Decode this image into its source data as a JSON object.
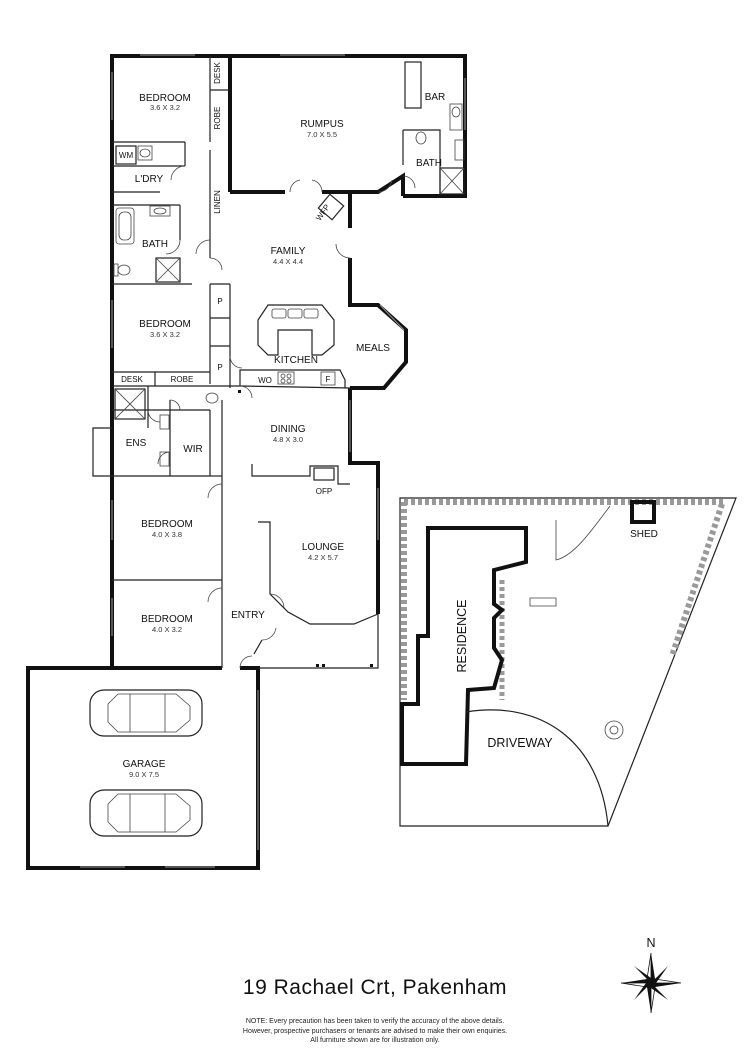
{
  "property": {
    "address": "19 Rachael Crt, Pakenham",
    "note_lines": [
      "NOTE: Every precaution has been taken to verify the accuracy of the above details.",
      "However, prospective purchasers or tenants are advised to make their own enquiries.",
      "All furniture shown are for illustration only."
    ]
  },
  "rooms": {
    "bedroom1": {
      "name": "BEDROOM",
      "dims": "3.6 X 3.2"
    },
    "rumpus": {
      "name": "RUMPUS",
      "dims": "7.0 X 5.5"
    },
    "bar": {
      "name": "BAR"
    },
    "bath_rumpus": {
      "name": "BATH"
    },
    "wm": {
      "name": "WM"
    },
    "laundry": {
      "name": "L'DRY"
    },
    "bath_main": {
      "name": "BATH"
    },
    "family": {
      "name": "FAMILY",
      "dims": "4.4 X 4.4"
    },
    "wfp": {
      "name": "WFP"
    },
    "bedroom2": {
      "name": "BEDROOM",
      "dims": "3.6 X 3.2"
    },
    "kitchen": {
      "name": "KITCHEN"
    },
    "meals": {
      "name": "MEALS"
    },
    "pantry_a": {
      "name": "P"
    },
    "pantry_b": {
      "name": "P"
    },
    "wo": {
      "name": "WO"
    },
    "fridge": {
      "name": "F"
    },
    "desk_top": {
      "name": "DESK"
    },
    "robe_top": {
      "name": "ROBE"
    },
    "linen": {
      "name": "LINEN"
    },
    "desk_bottom": {
      "name": "DESK"
    },
    "robe_bottom": {
      "name": "ROBE"
    },
    "ens": {
      "name": "ENS"
    },
    "wir": {
      "name": "WIR"
    },
    "dining": {
      "name": "DINING",
      "dims": "4.8 X 3.0"
    },
    "ofp": {
      "name": "OFP"
    },
    "bedroom3": {
      "name": "BEDROOM",
      "dims": "4.0 X 3.8"
    },
    "lounge": {
      "name": "LOUNGE",
      "dims": "4.2 X 5.7"
    },
    "bedroom4": {
      "name": "BEDROOM",
      "dims": "4.0 X 3.2"
    },
    "entry": {
      "name": "ENTRY"
    },
    "garage": {
      "name": "GARAGE",
      "dims": "9.0 X 7.5"
    }
  },
  "site": {
    "residence": "RESIDENCE",
    "driveway": "DRIVEWAY",
    "shed": "SHED"
  },
  "compass": {
    "label": "N"
  }
}
